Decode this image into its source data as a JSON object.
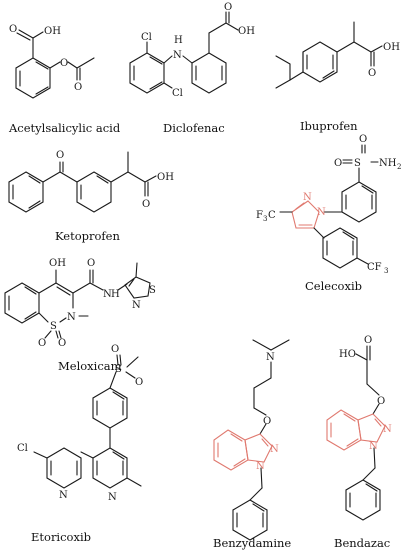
{
  "colors": {
    "ink": "#1a1a1a",
    "highlight": "#e0796f",
    "background": "#ffffff"
  },
  "compounds": [
    {
      "key": "aspirin",
      "name": "Acetylsalicylic acid",
      "atoms": [
        "OH",
        "O",
        "O",
        "O"
      ]
    },
    {
      "key": "diclofenac",
      "name": "Diclofenac",
      "atoms": [
        "Cl",
        "H",
        "N",
        "Cl",
        "O",
        "OH"
      ]
    },
    {
      "key": "ibuprofen",
      "name": "Ibuprofen",
      "atoms": [
        "O",
        "OH"
      ]
    },
    {
      "key": "ketoprofen",
      "name": "Ketoprofen",
      "atoms": [
        "O",
        "O",
        "OH"
      ]
    },
    {
      "key": "celecoxib",
      "name": "Celecoxib",
      "atoms": [
        "O",
        "O",
        "S",
        "NH",
        "2",
        "N",
        "N",
        "F",
        "3",
        "C",
        "CF",
        "3"
      ]
    },
    {
      "key": "meloxicam",
      "name": "Meloxicam",
      "atoms": [
        "OH",
        "O",
        "N",
        "H",
        "S",
        "N",
        "S",
        "N",
        "O",
        "O"
      ]
    },
    {
      "key": "etoricoxib",
      "name": "Etoricoxib",
      "atoms": [
        "O",
        "O",
        "S",
        "Cl",
        "N",
        "N"
      ]
    },
    {
      "key": "benzydamine",
      "name": "Benzydamine",
      "atoms": [
        "N",
        "O",
        "N",
        "N"
      ]
    },
    {
      "key": "bendazac",
      "name": "Bendazac",
      "atoms": [
        "HO",
        "O",
        "O",
        "N",
        "N"
      ]
    }
  ]
}
